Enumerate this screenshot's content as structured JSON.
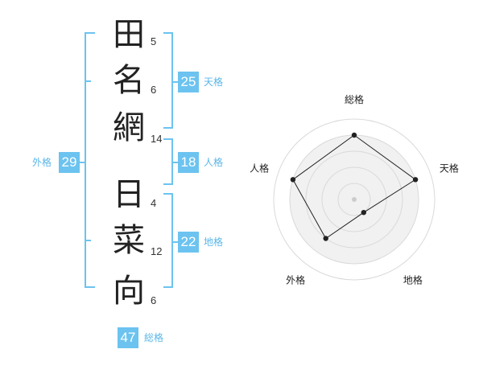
{
  "name": {
    "characters": [
      {
        "char": "田",
        "strokes": "5"
      },
      {
        "char": "名",
        "strokes": "6"
      },
      {
        "char": "網",
        "strokes": "14"
      },
      {
        "char": "日",
        "strokes": "4"
      },
      {
        "char": "菜",
        "strokes": "12"
      },
      {
        "char": "向",
        "strokes": "6"
      }
    ]
  },
  "kakusu": {
    "tenkaku": {
      "value": "25",
      "label": "天格"
    },
    "jinkaku": {
      "value": "18",
      "label": "人格"
    },
    "chikaku": {
      "value": "22",
      "label": "地格"
    },
    "gaikaku": {
      "value": "29",
      "label": "外格"
    },
    "soukaku": {
      "value": "47",
      "label": "総格"
    }
  },
  "colors": {
    "accent": "#6cc3f0",
    "text": "#222222"
  },
  "chart_data": {
    "type": "radar",
    "axes": [
      "総格",
      "天格",
      "地格",
      "外格",
      "人格"
    ],
    "values": [
      4,
      4,
      1,
      3,
      4
    ],
    "max": 5,
    "rings": 5
  }
}
